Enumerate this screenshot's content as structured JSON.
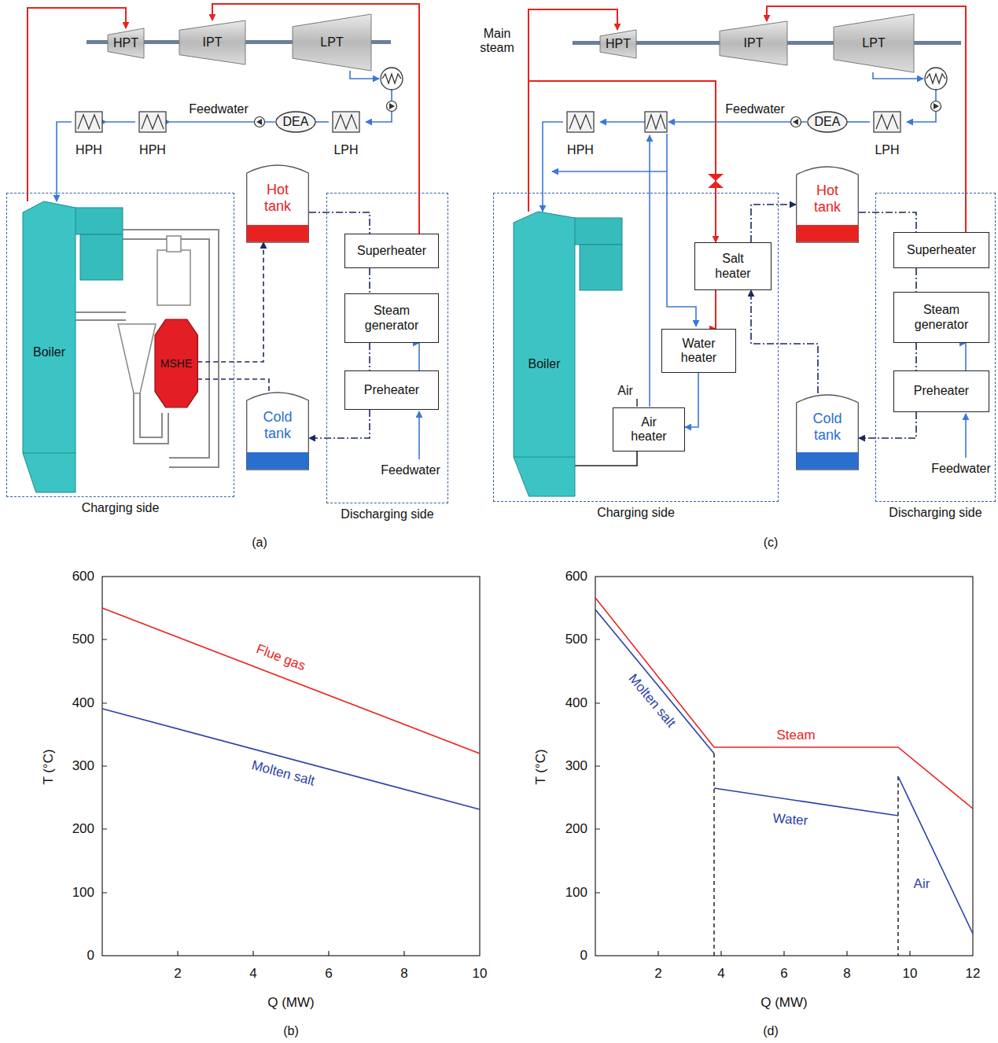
{
  "diagram": {
    "nodes": [
      {
        "text": [
          "HPT"
        ]
      },
      {
        "text": [
          "IPT"
        ]
      },
      {
        "text": [
          "LPT"
        ]
      },
      {
        "text": [
          "HPH"
        ]
      },
      {
        "text": [
          "HPH"
        ]
      },
      {
        "text": [
          "DEA"
        ]
      },
      {
        "text": [
          "LPH"
        ]
      },
      {
        "text": [
          "Charging side"
        ]
      },
      {
        "text": [
          "Boiler"
        ],
        "in": 7
      },
      {
        "text": [
          "MSHE"
        ],
        "in": 7
      },
      {
        "text": [
          "Hot tank"
        ]
      },
      {
        "text": [
          "Cold tank"
        ]
      },
      {
        "text": [
          "Discharging side"
        ]
      },
      {
        "text": [
          "Superheater"
        ],
        "in": 12
      },
      {
        "text": [
          "Steam generator"
        ],
        "in": 12
      },
      {
        "text": [
          "Preheater"
        ],
        "in": 12
      },
      {
        "text": [
          "HPT"
        ]
      },
      {
        "text": [
          "IPT"
        ]
      },
      {
        "text": [
          "LPT"
        ]
      },
      {
        "text": [
          "HPH"
        ]
      },
      {
        "text": [
          "DEA"
        ]
      },
      {
        "text": [
          "LPH"
        ]
      },
      {
        "text": [
          "Charging side"
        ]
      },
      {
        "text": [
          "Boiler"
        ],
        "in": 22
      },
      {
        "text": [
          "Salt heater"
        ],
        "in": 22
      },
      {
        "text": [
          "Water heater"
        ],
        "in": 22
      },
      {
        "text": [
          "Air heater"
        ],
        "in": 22
      },
      {
        "text": [
          "Hot tank"
        ]
      },
      {
        "text": [
          "Cold tank"
        ]
      },
      {
        "text": [
          "Discharging side"
        ]
      },
      {
        "text": [
          "Superheater"
        ],
        "in": 29
      },
      {
        "text": [
          "Steam generator"
        ],
        "in": 29
      },
      {
        "text": [
          "Preheater"
        ],
        "in": 29
      }
    ],
    "edges": [
      {
        "from": 8,
        "to": 0,
        "arrow": "to"
      },
      {
        "from": 13,
        "to": 1,
        "arrow": "to"
      },
      {
        "from": 6,
        "to": 5,
        "arrow": "to"
      },
      {
        "from": 5,
        "to": 4,
        "arrow": "to"
      },
      {
        "from": 4,
        "to": 3,
        "arrow": "to"
      },
      {
        "from": 3,
        "to": 8,
        "arrow": "to"
      },
      {
        "from": 9,
        "to": 10,
        "arrow": "to"
      },
      {
        "from": 11,
        "to": 9,
        "arrow": "to"
      },
      {
        "from": 10,
        "to": 13,
        "arrow": "none"
      },
      {
        "from": 13,
        "to": 14,
        "arrow": "none"
      },
      {
        "from": 14,
        "to": 15,
        "arrow": "none"
      },
      {
        "from": 15,
        "to": 11,
        "arrow": "to"
      },
      {
        "from": 15,
        "to": 14,
        "arrow": "to"
      },
      {
        "from": 23,
        "to": 16,
        "arrow": "to"
      },
      {
        "from": 23,
        "to": 24,
        "arrow": "to"
      },
      {
        "from": 24,
        "to": 25,
        "arrow": "to"
      },
      {
        "from": 25,
        "to": 26,
        "arrow": "to"
      },
      {
        "from": 26,
        "to": 23,
        "arrow": "to"
      },
      {
        "from": 30,
        "to": 17,
        "arrow": "to"
      },
      {
        "from": 21,
        "to": 20,
        "arrow": "to"
      },
      {
        "from": 19,
        "to": 23,
        "arrow": "to"
      },
      {
        "from": 24,
        "to": 27,
        "arrow": "to"
      },
      {
        "from": 28,
        "to": 24,
        "arrow": "to"
      },
      {
        "from": 27,
        "to": 30,
        "arrow": "none"
      },
      {
        "from": 30,
        "to": 31,
        "arrow": "none"
      },
      {
        "from": 31,
        "to": 32,
        "arrow": "none"
      },
      {
        "from": 32,
        "to": 28,
        "arrow": "to"
      },
      {
        "from": 32,
        "to": 31,
        "arrow": "to"
      }
    ],
    "labels": [
      "Main steam",
      "Feedwater",
      "Feedwater",
      "Feedwater",
      "Feedwater",
      "Air",
      "(a)",
      "(c)",
      "(b)",
      "(d)",
      "600",
      "500",
      "400",
      "300",
      "200",
      "100",
      "0",
      "2",
      "4",
      "6",
      "8",
      "10",
      "T (°C)",
      "Q (MW)",
      "Flue gas",
      "Molten salt",
      "600",
      "500",
      "400",
      "300",
      "200",
      "100",
      "0",
      "2",
      "4",
      "6",
      "8",
      "10",
      "12",
      "T (°C)",
      "Q (MW)",
      "Molten salt",
      "Steam",
      "Water",
      "Air"
    ]
  }
}
